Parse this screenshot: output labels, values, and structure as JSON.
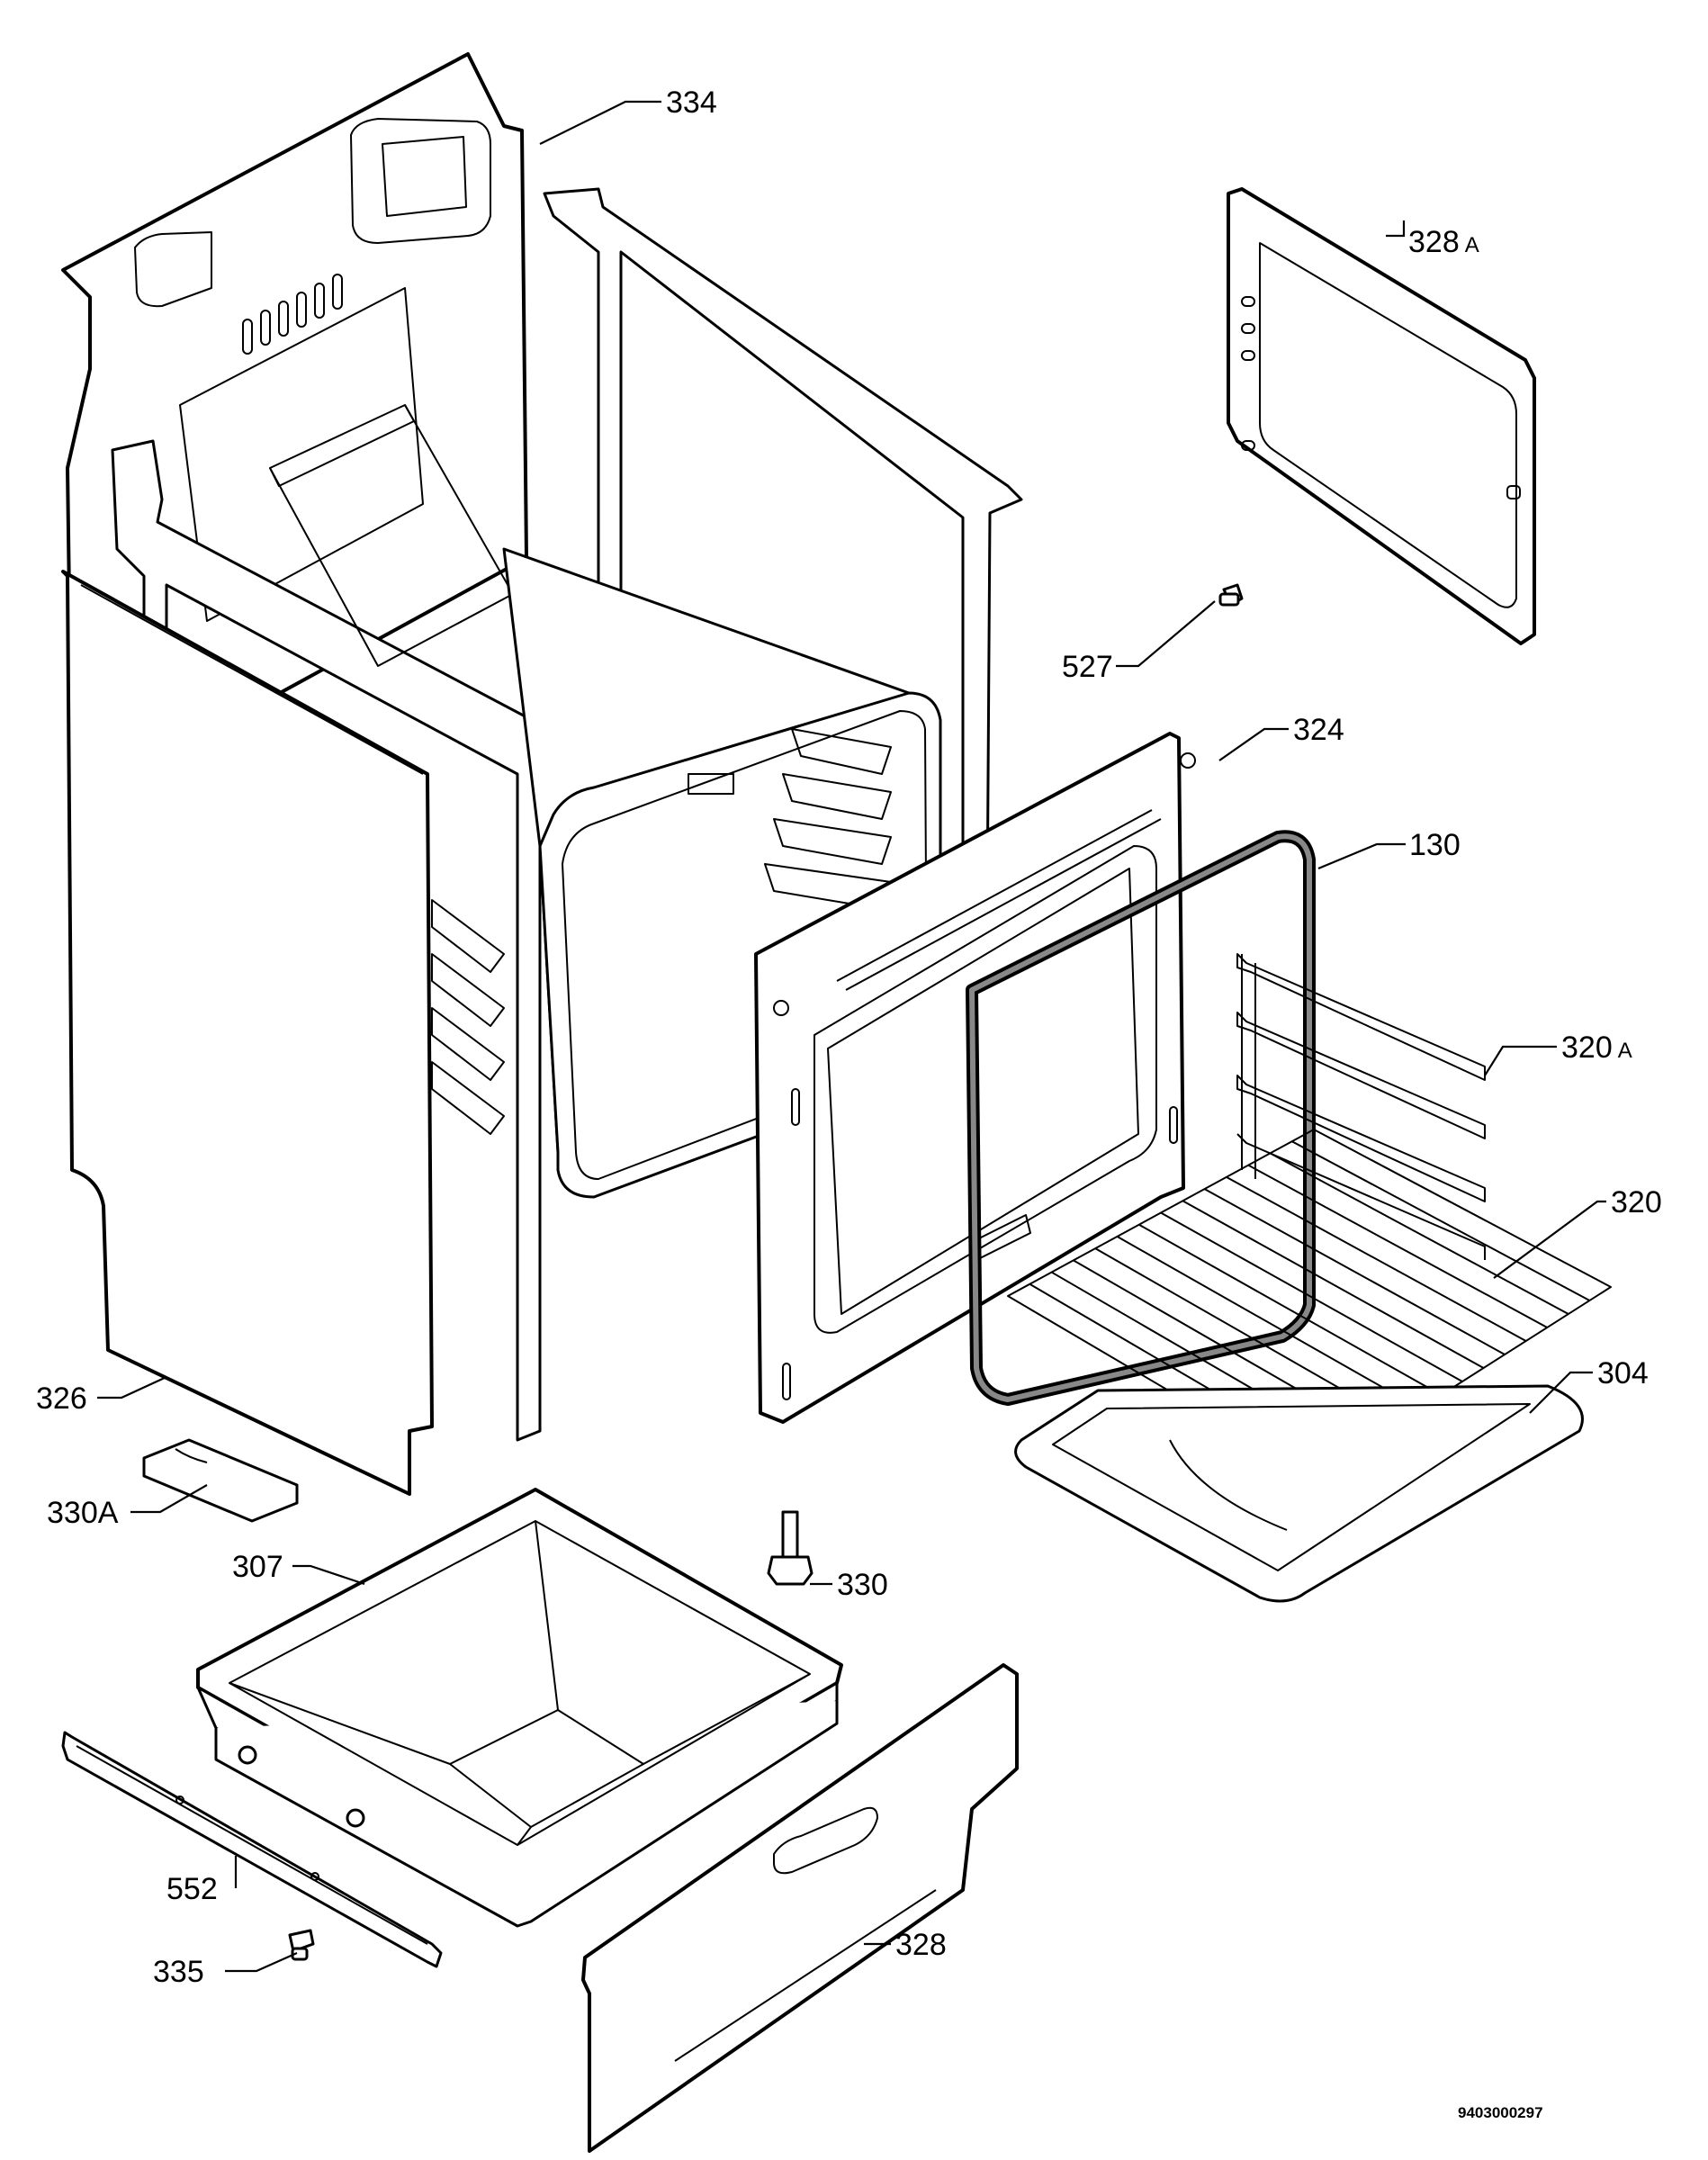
{
  "drawing": {
    "code": "9403000297"
  },
  "labels": {
    "p334": "334",
    "p328a": "328",
    "p328a_suffix": "A",
    "p527": "527",
    "p324": "324",
    "p130": "130",
    "p320a": "320",
    "p320a_suffix": "A",
    "p320": "320",
    "p304": "304",
    "p326": "326",
    "p330a": "330A",
    "p307": "307",
    "p330": "330",
    "p552": "552",
    "p335": "335",
    "p328": "328"
  }
}
